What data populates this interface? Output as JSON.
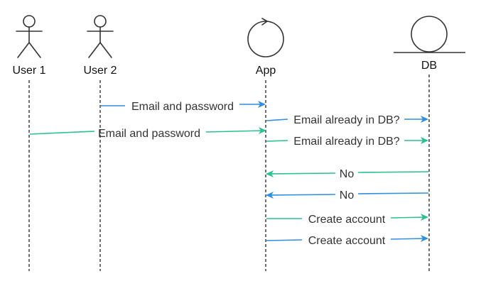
{
  "colors": {
    "blue": "#2f8fe0",
    "green": "#2cc08e",
    "lifeline": "#333333",
    "text": "#333333"
  },
  "participants": [
    {
      "id": "user1",
      "label": "User 1",
      "icon": "actor-stick-figure-icon"
    },
    {
      "id": "user2",
      "label": "User 2",
      "icon": "actor-stick-figure-icon"
    },
    {
      "id": "app",
      "label": "App",
      "icon": "control-circle-icon"
    },
    {
      "id": "db",
      "label": "DB",
      "icon": "entity-circle-icon"
    }
  ],
  "messages": [
    {
      "from": "user2",
      "to": "app",
      "label": "Email and password",
      "color": "blue"
    },
    {
      "from": "app",
      "to": "db",
      "label": "Email already in DB?",
      "color": "blue"
    },
    {
      "from": "user1",
      "to": "app",
      "label": "Email and password",
      "color": "green"
    },
    {
      "from": "app",
      "to": "db",
      "label": "Email already in DB?",
      "color": "green"
    },
    {
      "from": "db",
      "to": "app",
      "label": "No",
      "color": "green"
    },
    {
      "from": "db",
      "to": "app",
      "label": "No",
      "color": "blue"
    },
    {
      "from": "app",
      "to": "db",
      "label": "Create account",
      "color": "green"
    },
    {
      "from": "app",
      "to": "db",
      "label": "Create account",
      "color": "blue"
    }
  ]
}
